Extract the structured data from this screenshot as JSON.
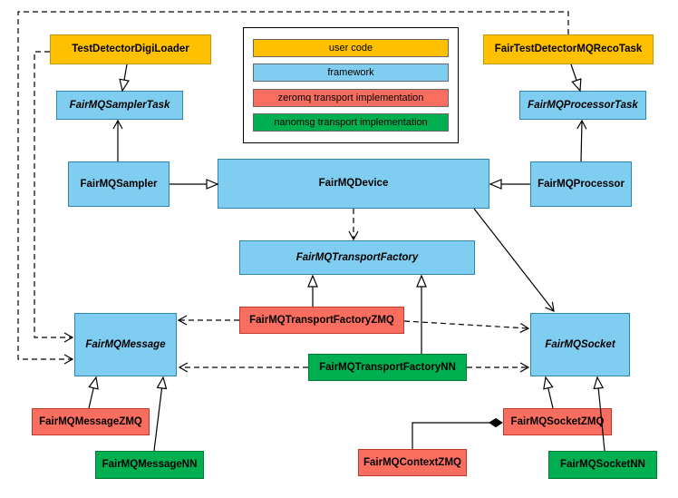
{
  "colors": {
    "user_code": "#FFC000",
    "framework": "#7FCDF0",
    "zeromq": "#FA6E60",
    "nanomsg": "#00B050"
  },
  "legend": {
    "items": [
      {
        "label": "user code",
        "category": "user_code"
      },
      {
        "label": "framework",
        "category": "framework"
      },
      {
        "label": "zeromq transport implementation",
        "category": "zeromq"
      },
      {
        "label": "nanomsg transport implementation",
        "category": "nanomsg"
      }
    ]
  },
  "nodes": {
    "testDetectorDigiLoader": {
      "label": "TestDetectorDigiLoader",
      "category": "user_code",
      "abstract": false
    },
    "fairTestDetectorMQRecoTask": {
      "label": "FairTestDetectorMQRecoTask",
      "category": "user_code",
      "abstract": false
    },
    "fairMQSamplerTask": {
      "label": "FairMQSamplerTask",
      "category": "framework",
      "abstract": true
    },
    "fairMQProcessorTask": {
      "label": "FairMQProcessorTask",
      "category": "framework",
      "abstract": true
    },
    "fairMQSampler": {
      "label": "FairMQSampler",
      "category": "framework",
      "abstract": false
    },
    "fairMQDevice": {
      "label": "FairMQDevice",
      "category": "framework",
      "abstract": false
    },
    "fairMQProcessor": {
      "label": "FairMQProcessor",
      "category": "framework",
      "abstract": false
    },
    "fairMQTransportFactory": {
      "label": "FairMQTransportFactory",
      "category": "framework",
      "abstract": true
    },
    "fairMQTransportFactoryZMQ": {
      "label": "FairMQTransportFactoryZMQ",
      "category": "zeromq",
      "abstract": false
    },
    "fairMQTransportFactoryNN": {
      "label": "FairMQTransportFactoryNN",
      "category": "nanomsg",
      "abstract": false
    },
    "fairMQMessage": {
      "label": "FairMQMessage",
      "category": "framework",
      "abstract": true
    },
    "fairMQSocket": {
      "label": "FairMQSocket",
      "category": "framework",
      "abstract": true
    },
    "fairMQMessageZMQ": {
      "label": "FairMQMessageZMQ",
      "category": "zeromq",
      "abstract": false
    },
    "fairMQMessageNN": {
      "label": "FairMQMessageNN",
      "category": "nanomsg",
      "abstract": false
    },
    "fairMQSocketZMQ": {
      "label": "FairMQSocketZMQ",
      "category": "zeromq",
      "abstract": false
    },
    "fairMQContextZMQ": {
      "label": "FairMQContextZMQ",
      "category": "zeromq",
      "abstract": false
    },
    "fairMQSocketNN": {
      "label": "FairMQSocketNN",
      "category": "nanomsg",
      "abstract": false
    }
  },
  "edges": [
    {
      "from": "TestDetectorDigiLoader",
      "to": "FairMQSamplerTask",
      "type": "inheritance"
    },
    {
      "from": "FairTestDetectorMQRecoTask",
      "to": "FairMQProcessorTask",
      "type": "inheritance"
    },
    {
      "from": "FairMQSampler",
      "to": "FairMQSamplerTask",
      "type": "association"
    },
    {
      "from": "FairMQProcessor",
      "to": "FairMQProcessorTask",
      "type": "association"
    },
    {
      "from": "FairMQSampler",
      "to": "FairMQDevice",
      "type": "inheritance"
    },
    {
      "from": "FairMQProcessor",
      "to": "FairMQDevice",
      "type": "inheritance"
    },
    {
      "from": "FairMQDevice",
      "to": "FairMQTransportFactory",
      "type": "dependency"
    },
    {
      "from": "FairMQDevice",
      "to": "FairMQSocket",
      "type": "association"
    },
    {
      "from": "FairMQTransportFactoryZMQ",
      "to": "FairMQTransportFactory",
      "type": "inheritance"
    },
    {
      "from": "FairMQTransportFactoryNN",
      "to": "FairMQTransportFactory",
      "type": "inheritance"
    },
    {
      "from": "FairMQTransportFactoryZMQ",
      "to": "FairMQMessage",
      "type": "dependency"
    },
    {
      "from": "FairMQTransportFactoryZMQ",
      "to": "FairMQSocket",
      "type": "dependency"
    },
    {
      "from": "FairMQTransportFactoryNN",
      "to": "FairMQMessage",
      "type": "dependency"
    },
    {
      "from": "FairMQTransportFactoryNN",
      "to": "FairMQSocket",
      "type": "dependency"
    },
    {
      "from": "FairMQMessageZMQ",
      "to": "FairMQMessage",
      "type": "inheritance"
    },
    {
      "from": "FairMQMessageNN",
      "to": "FairMQMessage",
      "type": "inheritance"
    },
    {
      "from": "FairMQSocketZMQ",
      "to": "FairMQSocket",
      "type": "inheritance"
    },
    {
      "from": "FairMQSocketNN",
      "to": "FairMQSocket",
      "type": "inheritance"
    },
    {
      "from": "TestDetectorDigiLoader",
      "to": "FairMQMessage",
      "type": "dependency"
    },
    {
      "from": "FairTestDetectorMQRecoTask",
      "to": "FairMQMessage",
      "type": "dependency"
    },
    {
      "from": "FairMQContextZMQ",
      "to": "FairMQSocketZMQ",
      "type": "composition"
    }
  ]
}
